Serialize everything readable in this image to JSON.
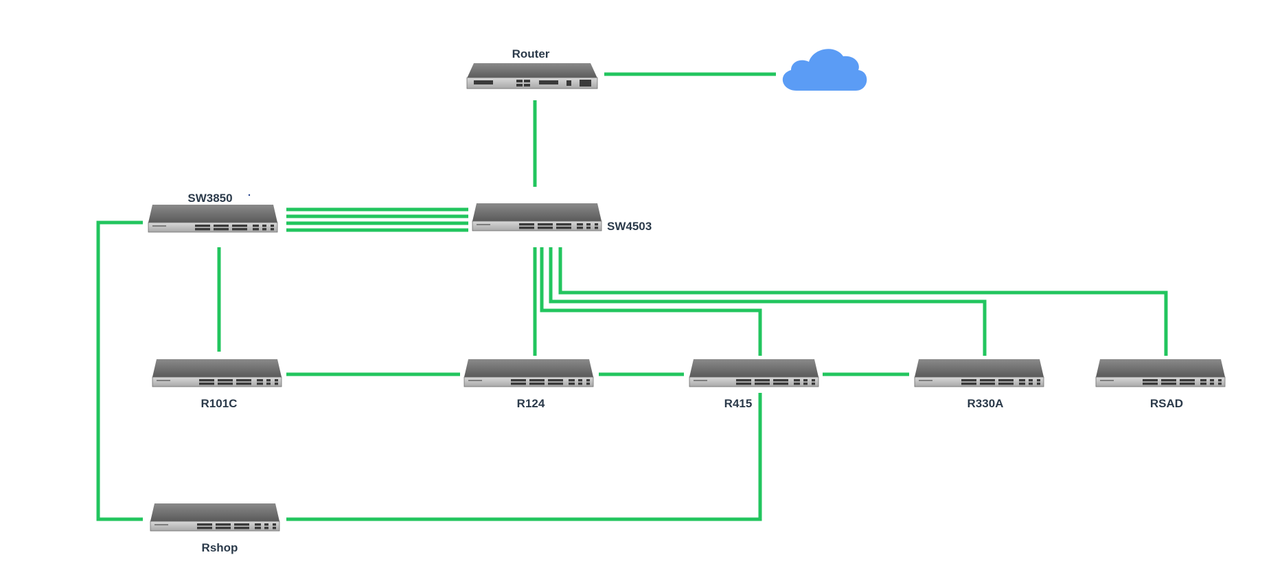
{
  "diagram": {
    "line_color": "#22c55e",
    "cloud_color": "#5b9cf5",
    "device_color": "#5b5b5b",
    "label_color": "#2b3a4a",
    "nodes": {
      "router": {
        "label": "Router",
        "type": "router-icon"
      },
      "cloud": {
        "label": "",
        "type": "cloud-icon"
      },
      "sw3850": {
        "label": "SW3850",
        "type": "switch-icon"
      },
      "sw4503": {
        "label": "SW4503",
        "type": "switch-icon"
      },
      "r101c": {
        "label": "R101C",
        "type": "switch-icon"
      },
      "r124": {
        "label": "R124",
        "type": "switch-icon"
      },
      "r415": {
        "label": "R415",
        "type": "switch-icon"
      },
      "r330a": {
        "label": "R330A",
        "type": "switch-icon"
      },
      "rsad": {
        "label": "RSAD",
        "type": "switch-icon"
      },
      "rshop": {
        "label": "Rshop",
        "type": "switch-icon"
      }
    },
    "links": [
      {
        "from": "Router",
        "to": "cloud"
      },
      {
        "from": "Router",
        "to": "SW4503"
      },
      {
        "from": "SW3850",
        "to": "SW4503",
        "count": 4
      },
      {
        "from": "SW3850",
        "to": "R101C"
      },
      {
        "from": "SW3850",
        "to": "Rshop"
      },
      {
        "from": "SW4503",
        "to": "R124"
      },
      {
        "from": "SW4503",
        "to": "R415"
      },
      {
        "from": "SW4503",
        "to": "R330A"
      },
      {
        "from": "SW4503",
        "to": "RSAD"
      },
      {
        "from": "R101C",
        "to": "R124"
      },
      {
        "from": "R124",
        "to": "R415"
      },
      {
        "from": "R415",
        "to": "R330A"
      },
      {
        "from": "R415",
        "to": "Rshop"
      }
    ]
  }
}
